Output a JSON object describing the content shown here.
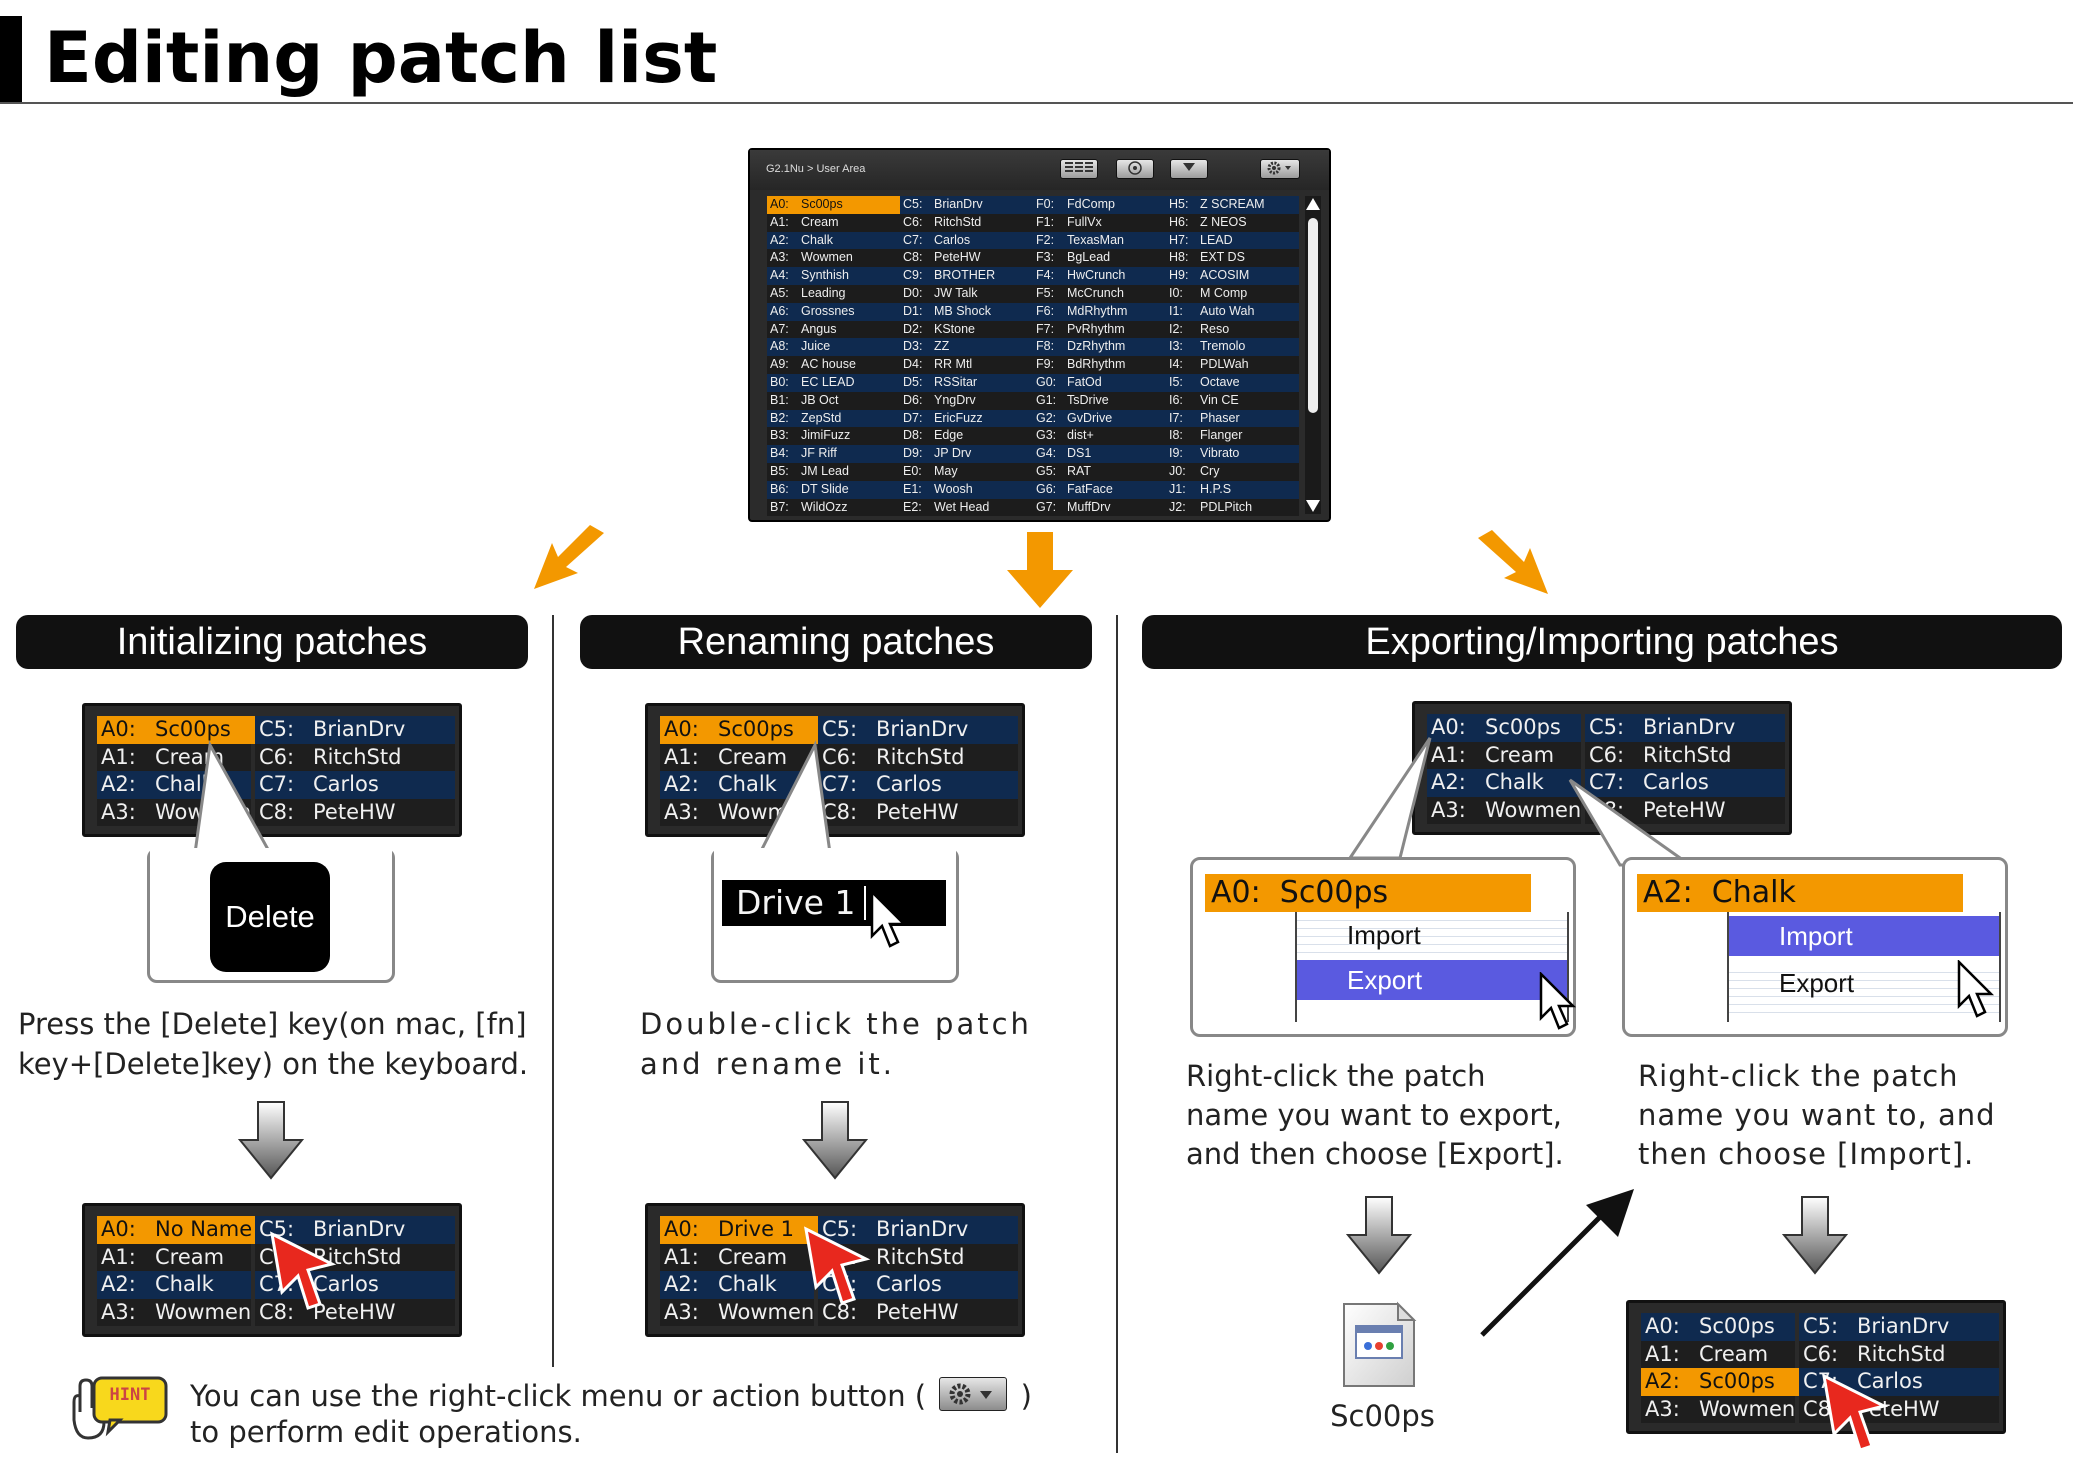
{
  "title": "Editing patch list",
  "window": {
    "path": "G2.1Nu > User Area",
    "columns": [
      [
        [
          "A0:",
          "Sc00ps"
        ],
        [
          "A1:",
          "Cream"
        ],
        [
          "A2:",
          "Chalk"
        ],
        [
          "A3:",
          "Wowmen"
        ],
        [
          "A4:",
          "Synthish"
        ],
        [
          "A5:",
          "Leading"
        ],
        [
          "A6:",
          "Grossnes"
        ],
        [
          "A7:",
          "Angus"
        ],
        [
          "A8:",
          "Juice"
        ],
        [
          "A9:",
          "AC house"
        ],
        [
          "B0:",
          "EC LEAD"
        ],
        [
          "B1:",
          "JB Oct"
        ],
        [
          "B2:",
          "ZepStd"
        ],
        [
          "B3:",
          "JimiFuzz"
        ],
        [
          "B4:",
          "JF Riff"
        ],
        [
          "B5:",
          "JM Lead"
        ],
        [
          "B6:",
          "DT Slide"
        ],
        [
          "B7:",
          "WildOzz"
        ]
      ],
      [
        [
          "C5:",
          "BrianDrv"
        ],
        [
          "C6:",
          "RitchStd"
        ],
        [
          "C7:",
          "Carlos"
        ],
        [
          "C8:",
          "PeteHW"
        ],
        [
          "C9:",
          "BROTHER"
        ],
        [
          "D0:",
          "JW Talk"
        ],
        [
          "D1:",
          "MB Shock"
        ],
        [
          "D2:",
          "KStone"
        ],
        [
          "D3:",
          "ZZ"
        ],
        [
          "D4:",
          "RR Mtl"
        ],
        [
          "D5:",
          "RSSitar"
        ],
        [
          "D6:",
          "YngDrv"
        ],
        [
          "D7:",
          "EricFuzz"
        ],
        [
          "D8:",
          "Edge"
        ],
        [
          "D9:",
          "JP Drv"
        ],
        [
          "E0:",
          "May"
        ],
        [
          "E1:",
          "Woosh"
        ],
        [
          "E2:",
          "Wet Head"
        ]
      ],
      [
        [
          "F0:",
          "FdComp"
        ],
        [
          "F1:",
          "FullVx"
        ],
        [
          "F2:",
          "TexasMan"
        ],
        [
          "F3:",
          "BgLead"
        ],
        [
          "F4:",
          "HwCrunch"
        ],
        [
          "F5:",
          "McCrunch"
        ],
        [
          "F6:",
          "MdRhythm"
        ],
        [
          "F7:",
          "PvRhythm"
        ],
        [
          "F8:",
          "DzRhythm"
        ],
        [
          "F9:",
          "BdRhythm"
        ],
        [
          "G0:",
          "FatOd"
        ],
        [
          "G1:",
          "TsDrive"
        ],
        [
          "G2:",
          "GvDrive"
        ],
        [
          "G3:",
          "dist+"
        ],
        [
          "G4:",
          "DS1"
        ],
        [
          "G5:",
          "RAT"
        ],
        [
          "G6:",
          "FatFace"
        ],
        [
          "G7:",
          "MuffDrv"
        ]
      ],
      [
        [
          "H5:",
          "Z SCREAM"
        ],
        [
          "H6:",
          "Z NEOS"
        ],
        [
          "H7:",
          "LEAD"
        ],
        [
          "H8:",
          "EXT DS"
        ],
        [
          "H9:",
          "ACOSIM"
        ],
        [
          "I0:",
          "M Comp"
        ],
        [
          "I1:",
          "Auto Wah"
        ],
        [
          "I2:",
          "Reso"
        ],
        [
          "I3:",
          "Tremolo"
        ],
        [
          "I4:",
          "PDLWah"
        ],
        [
          "I5:",
          "Octave"
        ],
        [
          "I6:",
          "Vin CE"
        ],
        [
          "I7:",
          "Phaser"
        ],
        [
          "I8:",
          "Flanger"
        ],
        [
          "I9:",
          "Vibrato"
        ],
        [
          "J0:",
          "Cry"
        ],
        [
          "J1:",
          "H.P.S"
        ],
        [
          "J2:",
          "PDLPitch"
        ]
      ]
    ]
  },
  "sections": {
    "init": {
      "header": "Initializing patches",
      "before": [
        [
          "A0:",
          "Sc00ps"
        ],
        [
          "C5:",
          "BrianDrv"
        ],
        [
          "A1:",
          "Cream"
        ],
        [
          "C6:",
          "RitchStd"
        ],
        [
          "A2:",
          "Chalk"
        ],
        [
          "C7:",
          "Carlos"
        ],
        [
          "A3:",
          "Wowmen"
        ],
        [
          "C8:",
          "PeteHW"
        ]
      ],
      "key": "Delete",
      "desc1": "Press the [Delete] key(on  mac, [fn]",
      "desc2": "key+[Delete]key) on the keyboard.",
      "after": [
        [
          "A0:",
          "No Name"
        ],
        [
          "C5:",
          "BrianDrv"
        ],
        [
          "A1:",
          "Cream"
        ],
        [
          "C6:",
          "RitchStd"
        ],
        [
          "A2:",
          "Chalk"
        ],
        [
          "C7:",
          "Carlos"
        ],
        [
          "A3:",
          "Wowmen"
        ],
        [
          "C8:",
          "PeteHW"
        ]
      ]
    },
    "rename": {
      "header": "Renaming patches",
      "before": [
        [
          "A0:",
          "Sc00ps"
        ],
        [
          "C5:",
          "BrianDrv"
        ],
        [
          "A1:",
          "Cream"
        ],
        [
          "C6:",
          "RitchStd"
        ],
        [
          "A2:",
          "Chalk"
        ],
        [
          "C7:",
          "Carlos"
        ],
        [
          "A3:",
          "Wowmen"
        ],
        [
          "C8:",
          "PeteHW"
        ]
      ],
      "field": "Drive 1",
      "desc1": "Double-click  the  patch",
      "desc2": "and rename it.",
      "after": [
        [
          "A0:",
          "Drive 1"
        ],
        [
          "C5:",
          "BrianDrv"
        ],
        [
          "A1:",
          "Cream"
        ],
        [
          "C6:",
          "RitchStd"
        ],
        [
          "A2:",
          "Chalk"
        ],
        [
          "C7:",
          "Carlos"
        ],
        [
          "A3:",
          "Wowmen"
        ],
        [
          "C8:",
          "PeteHW"
        ]
      ]
    },
    "export": {
      "header": "Exporting/Importing patches",
      "list": [
        [
          "A0:",
          "Sc00ps"
        ],
        [
          "C5:",
          "BrianDrv"
        ],
        [
          "A1:",
          "Cream"
        ],
        [
          "C6:",
          "RitchStd"
        ],
        [
          "A2:",
          "Chalk"
        ],
        [
          "C7:",
          "Carlos"
        ],
        [
          "A3:",
          "Wowmen"
        ],
        [
          "C8:",
          "PeteHW"
        ]
      ],
      "left_patch": "A0:  Sc00ps",
      "right_patch": "A2:  Chalk",
      "menu_import": "Import",
      "menu_export": "Export",
      "desc_export": [
        "Right-click the patch",
        "name you want to export,",
        "and then choose [Export]."
      ],
      "desc_import": [
        "Right-click  the  patch",
        "name you want to, and",
        "then choose [Import]."
      ],
      "file_name": "Sc00ps",
      "result": [
        [
          "A0:",
          "Sc00ps"
        ],
        [
          "C5:",
          "BrianDrv"
        ],
        [
          "A1:",
          "Cream"
        ],
        [
          "C6:",
          "RitchStd"
        ],
        [
          "A2:",
          "Sc00ps"
        ],
        [
          "C7:",
          "Carlos"
        ],
        [
          "A3:",
          "Wowmen"
        ],
        [
          "C8:",
          "PeteHW"
        ]
      ]
    }
  },
  "hint": {
    "badge": "HINT",
    "line1": "You can use the right-click menu or action button (",
    "line1_end": ")",
    "line2": "to perform edit operations."
  },
  "colors": {
    "accent": "#f39800",
    "selected_menu": "#5a5ae0",
    "row_blue": "#0f2a4f",
    "cursor_red": "#e8281e"
  }
}
